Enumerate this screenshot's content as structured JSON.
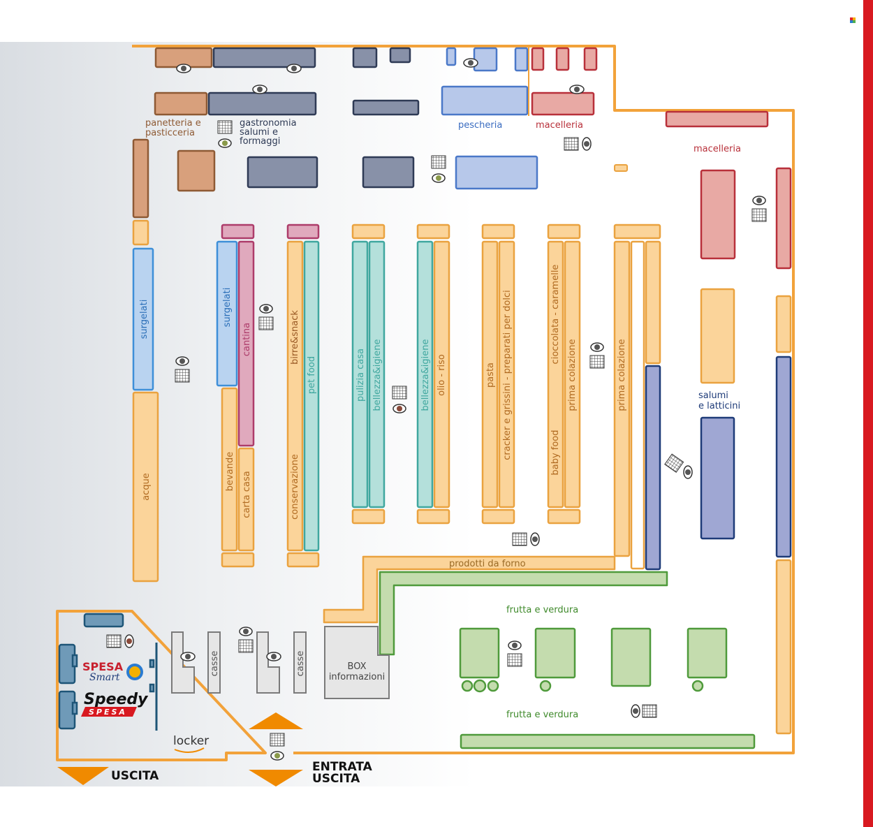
{
  "colors": {
    "wall": "#f2a23a",
    "orange": "#fbd49a",
    "orange_stroke": "#eaa23f",
    "brown": "#d8a07c",
    "brown_stroke": "#8e5a34",
    "slate": "#8891a8",
    "slate_stroke": "#2e3a55",
    "lightblue": "#b7c8ea",
    "lightblue_stroke": "#4a78c8",
    "skyblue": "#b9d3f0",
    "skyblue_stroke": "#3e8fd8",
    "teal": "#b4e0db",
    "teal_stroke": "#3fa79f",
    "red": "#e8a9a4",
    "red_stroke": "#b8303a",
    "navy": "#9fa7d3",
    "navy_stroke": "#1e3b78",
    "mauve": "#e0a9bd",
    "mauve_stroke": "#ad3c6a",
    "green": "#c4dcae",
    "green_stroke": "#4f9a3b",
    "steel": "#6f9ab8",
    "steel_stroke": "#1e5577",
    "gray": "#e6e6e6",
    "gray_stroke": "#7a7a7a",
    "arrow": "#f08a00"
  },
  "departments": {
    "panetteria": [
      "panetteria e",
      "pasticceria"
    ],
    "gastronomia": [
      "gastronomia",
      "salumi e",
      "formaggi"
    ],
    "pescheria": "pescheria",
    "macelleria_1": "macelleria",
    "macelleria_2": "macelleria",
    "surgelati_1": "surgelati",
    "surgelati_2": "surgelati",
    "cantina": "cantina",
    "birre_snack": "birre&snack",
    "pet_food": "pet food",
    "pulizia_casa": "pulizia casa",
    "bellezza_igiene_1": "bellezza&igiene",
    "bellezza_igiene_2": "bellezza&igiene",
    "olio_riso": "olio - riso",
    "pasta": "pasta",
    "cracker": "cracker e grissini - preparati per dolci",
    "cioccolata": "cioccolata - caramelle",
    "baby_food": "baby food",
    "prima_colazione_1": "prima colazione",
    "prima_colazione_2": "prima colazione",
    "salumi_latticini": [
      "salumi",
      "e latticini"
    ],
    "acque": "acque",
    "bevande": "bevande",
    "carta_casa": "carta casa",
    "conservazione": "conservazione",
    "prodotti_forno": "prodotti da forno",
    "frutta_verdura_1": "frutta e verdura",
    "frutta_verdura_2": "frutta e verdura",
    "casse_1": "casse",
    "casse_2": "casse",
    "box_info": [
      "BOX",
      "informazioni"
    ],
    "locker": "locker"
  },
  "brands": {
    "spesa_smart": [
      "SPESA",
      "Smart"
    ],
    "speedy": [
      "Speedy",
      "SPESA"
    ]
  },
  "exits": {
    "uscita": "USCITA",
    "entrata_uscita": [
      "ENTRATA",
      "USCITA"
    ]
  }
}
